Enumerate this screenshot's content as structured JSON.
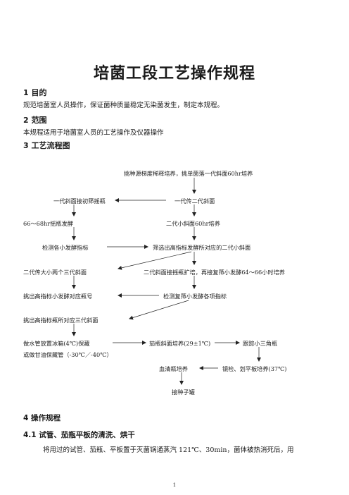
{
  "doc": {
    "title": "培菌工段工艺操作规程",
    "sections": [
      {
        "heading": "1 目的",
        "body": "规范培菌室人员操作，保证菌种质量稳定无染菌发生，制定本规程。"
      },
      {
        "heading": "2 范围",
        "body": "本规程适用于培菌室人员的工艺操作及仪器操作"
      },
      {
        "heading": "3 工艺流程图"
      }
    ],
    "flow": {
      "n1": "挑种源梯度稀释培养，挑单菌落一代斜面60hr培养",
      "n2": "一代斜面接初筛摇瓶",
      "n3": "一代传二代斜面",
      "n4": "66～68hr摇瓶发酵",
      "n5": "二代小斜面60hr培养",
      "n6": "检测各小发酵指标",
      "n7": "筛选出高指标发酵所对应的二代小斜面",
      "n8": "二代传大小两个三代斜面",
      "n9": "二代斜面接摇瓶扩培，再接复筛小发酵64～66小时培养",
      "n10": "挑出高指标小发酵对应瓶号",
      "n11": "检测复筛小发酵各项指标",
      "n12": "挑出高指标瓶所对应三代斜面",
      "n13": "做水管放置冰箱(4℃)保藏",
      "n13b": "或做甘油保藏管（-30℃／-40℃）",
      "n14": "茄瓶斜面培养(29±1℃)",
      "n15": "跟踪小三角瓶",
      "n16": "镜检、划平板培养(37℃)",
      "n17": "血清瓶培养",
      "n18": "接种子罐"
    },
    "section4": {
      "heading": "4  操作规程"
    },
    "section41": {
      "heading": "4.1  试管、茄瓶平板的清洗、烘干",
      "body": "将用过的试管、茄瓶、平板置于灭菌锅通蒸汽 121℃、30min，菌体被热消死后，用"
    },
    "page_number": "1"
  }
}
